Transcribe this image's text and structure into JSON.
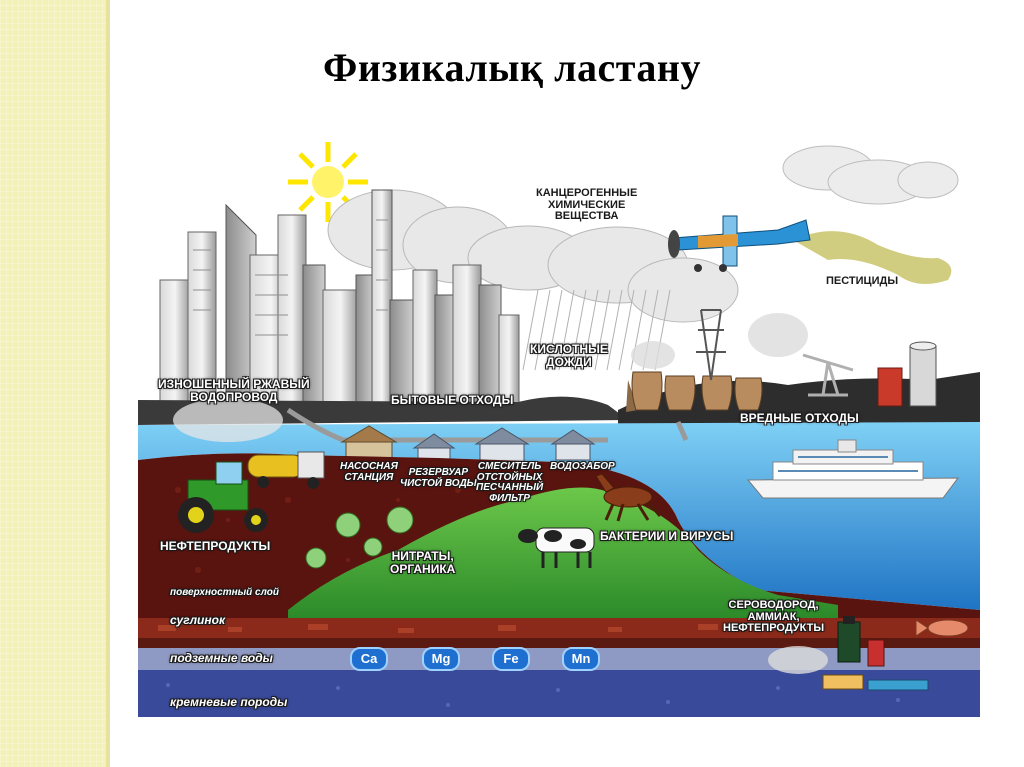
{
  "slide": {
    "title": "Физикалық ластану"
  },
  "labels": {
    "carcinogens": "КАНЦЕРОГЕННЫЕ\nХИМИЧЕСКИЕ\nВЕЩЕСТВА",
    "pesticides": "ПЕСТИЦИДЫ",
    "acid_rain": "КИСЛОТНЫЕ\nДОЖДИ",
    "rusty_pipe": "ИЗНОШЕННЫЙ РЖАВЫЙ\nВОДОПРОВОД",
    "household_waste": "БЫТОВЫЕ ОТХОДЫ",
    "harmful_waste": "ВРЕДНЫЕ ОТХОДЫ",
    "pump_station": "НАСОСНАЯ\nСТАНЦИЯ",
    "reservoir": "РЕЗЕРВУАР\nЧИСТОЙ ВОДЫ",
    "mixer": "СМЕСИТЕЛЬ\nОТСТОЙНЫХ\nПЕСЧАННЫЙ\nФИЛЬТР",
    "water_intake": "ВОДОЗАБОР",
    "oil_products": "НЕФТЕПРОДУКТЫ",
    "nitrates": "НИТРАТЫ,\nОРГАНИКА",
    "bacteria": "БАКТЕРИИ И ВИРУСЫ",
    "h2s": "СЕРОВОДОРОД,\nАММИАК,\nНЕФТЕПРОДУКТЫ",
    "surface_layer": "поверхностный слой",
    "loam": "суглинок",
    "groundwater": "подземные воды",
    "siliceous": "кремневые породы"
  },
  "ions": [
    "Ca",
    "Mg",
    "Fe",
    "Mn"
  ],
  "colors": {
    "sky": "#ffffff",
    "water": "#2e8fd8",
    "soil": "#5a1410",
    "grass": "#3fa832",
    "groundwater": "#6b7fb8",
    "ion": "#1f6fd0"
  }
}
